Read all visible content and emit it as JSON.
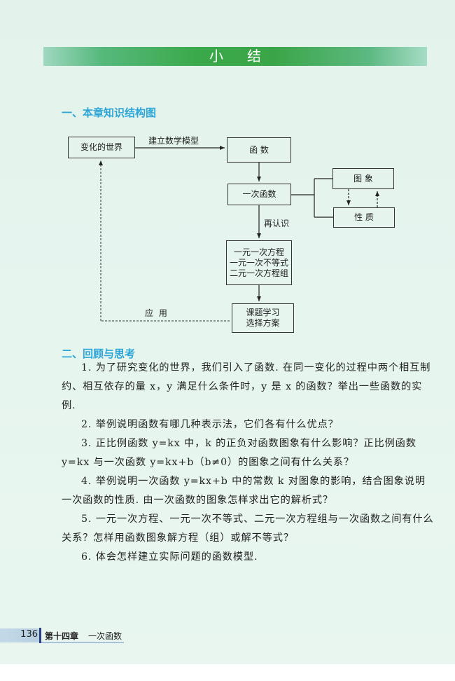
{
  "banner": {
    "title": "小结"
  },
  "section1": {
    "heading": "一、本章知识结构图"
  },
  "diagram": {
    "nodes": {
      "changing_world": "变化的世界",
      "function": "函 数",
      "linear_function": "一次函数",
      "graph": "图 象",
      "property": "性 质",
      "equations": [
        "一元一次方程",
        "一元一次不等式",
        "二元一次方程组"
      ],
      "project": [
        "课题学习",
        "选择方案"
      ]
    },
    "edge_labels": {
      "build_model": "建立数学模型",
      "re_recognize": "再认识",
      "apply": "应 用"
    }
  },
  "section2": {
    "heading": "二、回顾与思考",
    "items": [
      "1. 为了研究变化的世界，我们引入了函数. 在同一变化的过程中两个相互制约、相互依存的量 x，y 满足什么条件时，y 是 x 的函数？举出一些函数的实例.",
      "2. 举例说明函数有哪几种表示法，它们各有什么优点？",
      "3. 正比例函数 y=kx 中，k 的正负对函数图象有什么影响？正比例函数 y=kx 与一次函数 y=kx+b（b≠0）的图象之间有什么关系？",
      "4. 举例说明一次函数 y=kx+b 中的常数 k 对图象的影响，结合图象说明一次函数的性质. 由一次函数的图象怎样求出它的解析式？",
      "5. 一元一次方程、一元一次不等式、二元一次方程组与一次函数之间有什么关系？怎样用函数图象解方程（组）或解不等式？",
      "6. 体会怎样建立实际问题的函数模型."
    ]
  },
  "footer": {
    "page_number": "136",
    "chapter": "第十四章",
    "chapter_title": "一次函数"
  }
}
